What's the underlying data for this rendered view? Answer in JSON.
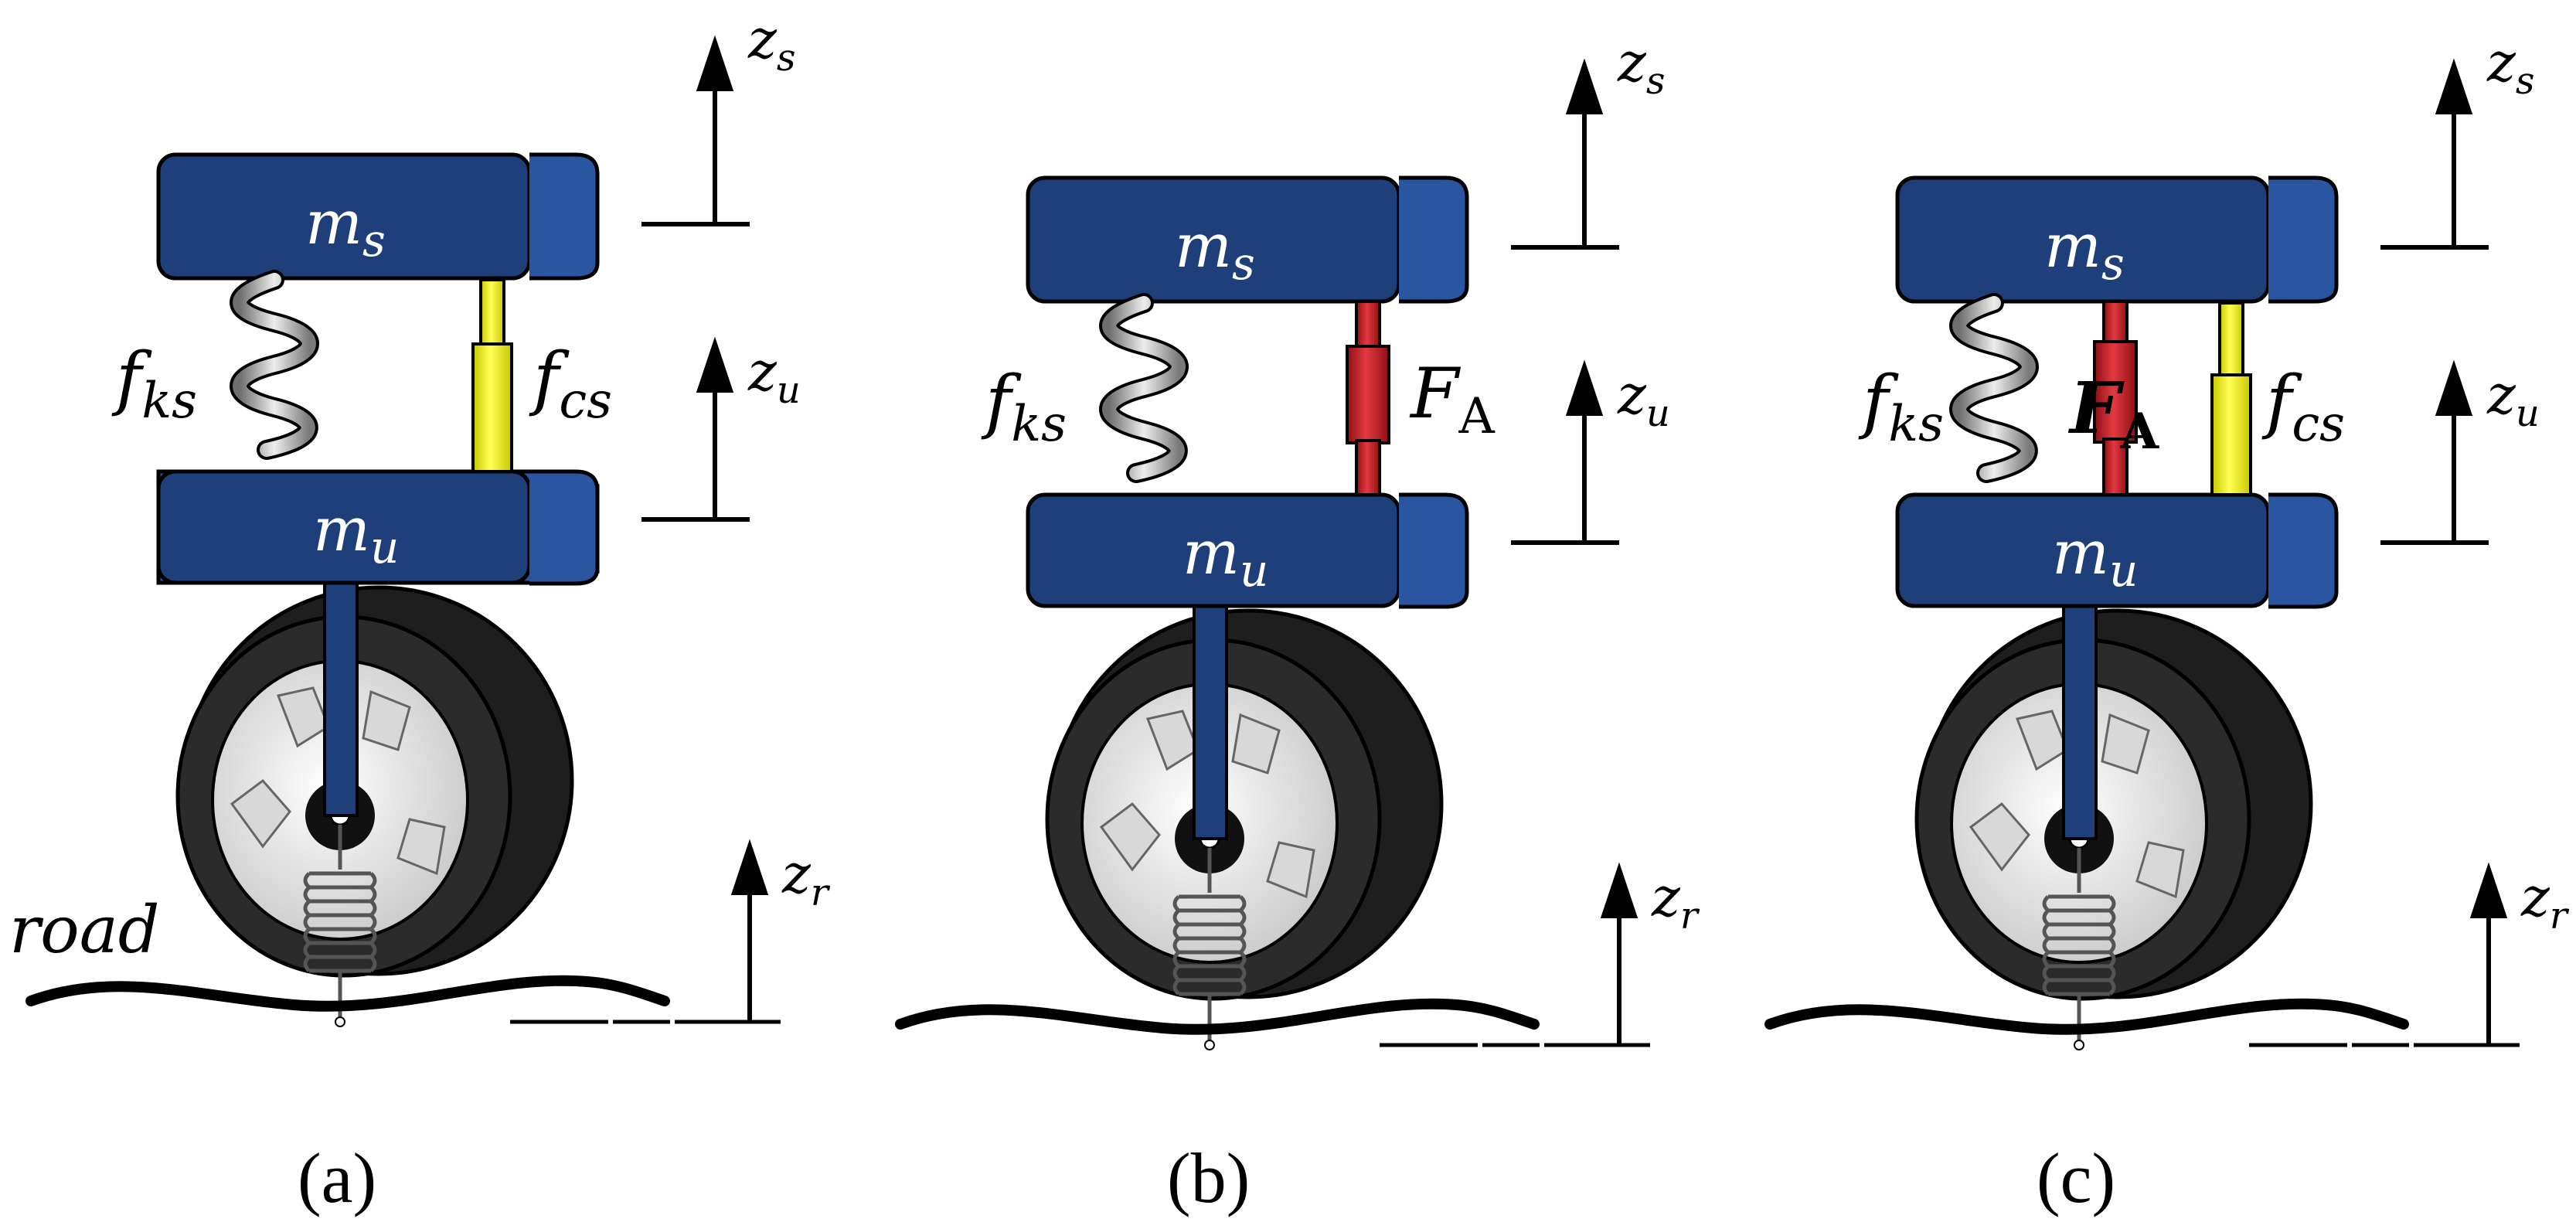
{
  "panels": [
    {
      "id": "a",
      "caption": "(a)",
      "sprung_mass": {
        "base": "m",
        "sub": "s"
      },
      "unsprung_mass": {
        "base": "m",
        "sub": "u"
      },
      "spring_force": {
        "base": "f",
        "sub": "ks"
      },
      "damper_force": {
        "base": "f",
        "sub": "cs"
      },
      "z_s": {
        "base": "z",
        "sub": "s"
      },
      "z_u": {
        "base": "z",
        "sub": "u"
      },
      "z_r": {
        "base": "z",
        "sub": "r"
      },
      "road": "road"
    },
    {
      "id": "b",
      "caption": "(b)",
      "sprung_mass": {
        "base": "m",
        "sub": "s"
      },
      "unsprung_mass": {
        "base": "m",
        "sub": "u"
      },
      "spring_force": {
        "base": "f",
        "sub": "ks"
      },
      "actuator_force": {
        "base": "F",
        "sub": "A"
      },
      "z_s": {
        "base": "z",
        "sub": "s"
      },
      "z_u": {
        "base": "z",
        "sub": "u"
      },
      "z_r": {
        "base": "z",
        "sub": "r"
      }
    },
    {
      "id": "c",
      "caption": "(c)",
      "sprung_mass": {
        "base": "m",
        "sub": "s"
      },
      "unsprung_mass": {
        "base": "m",
        "sub": "u"
      },
      "spring_force": {
        "base": "f",
        "sub": "ks"
      },
      "actuator_force": {
        "base": "F",
        "sub": "A"
      },
      "damper_force": {
        "base": "f",
        "sub": "cs"
      },
      "z_s": {
        "base": "z",
        "sub": "s"
      },
      "z_u": {
        "base": "z",
        "sub": "u"
      },
      "z_r": {
        "base": "z",
        "sub": "r"
      }
    }
  ],
  "colors": {
    "mass_block": "#1f3f7a",
    "mass_block_side": "#2a55a0",
    "damper": "#e6e61a",
    "actuator": "#c8232a",
    "tire": "#222222",
    "rim": "#e8e8e8",
    "spring": "#9a9a9a",
    "road": "#000000"
  }
}
